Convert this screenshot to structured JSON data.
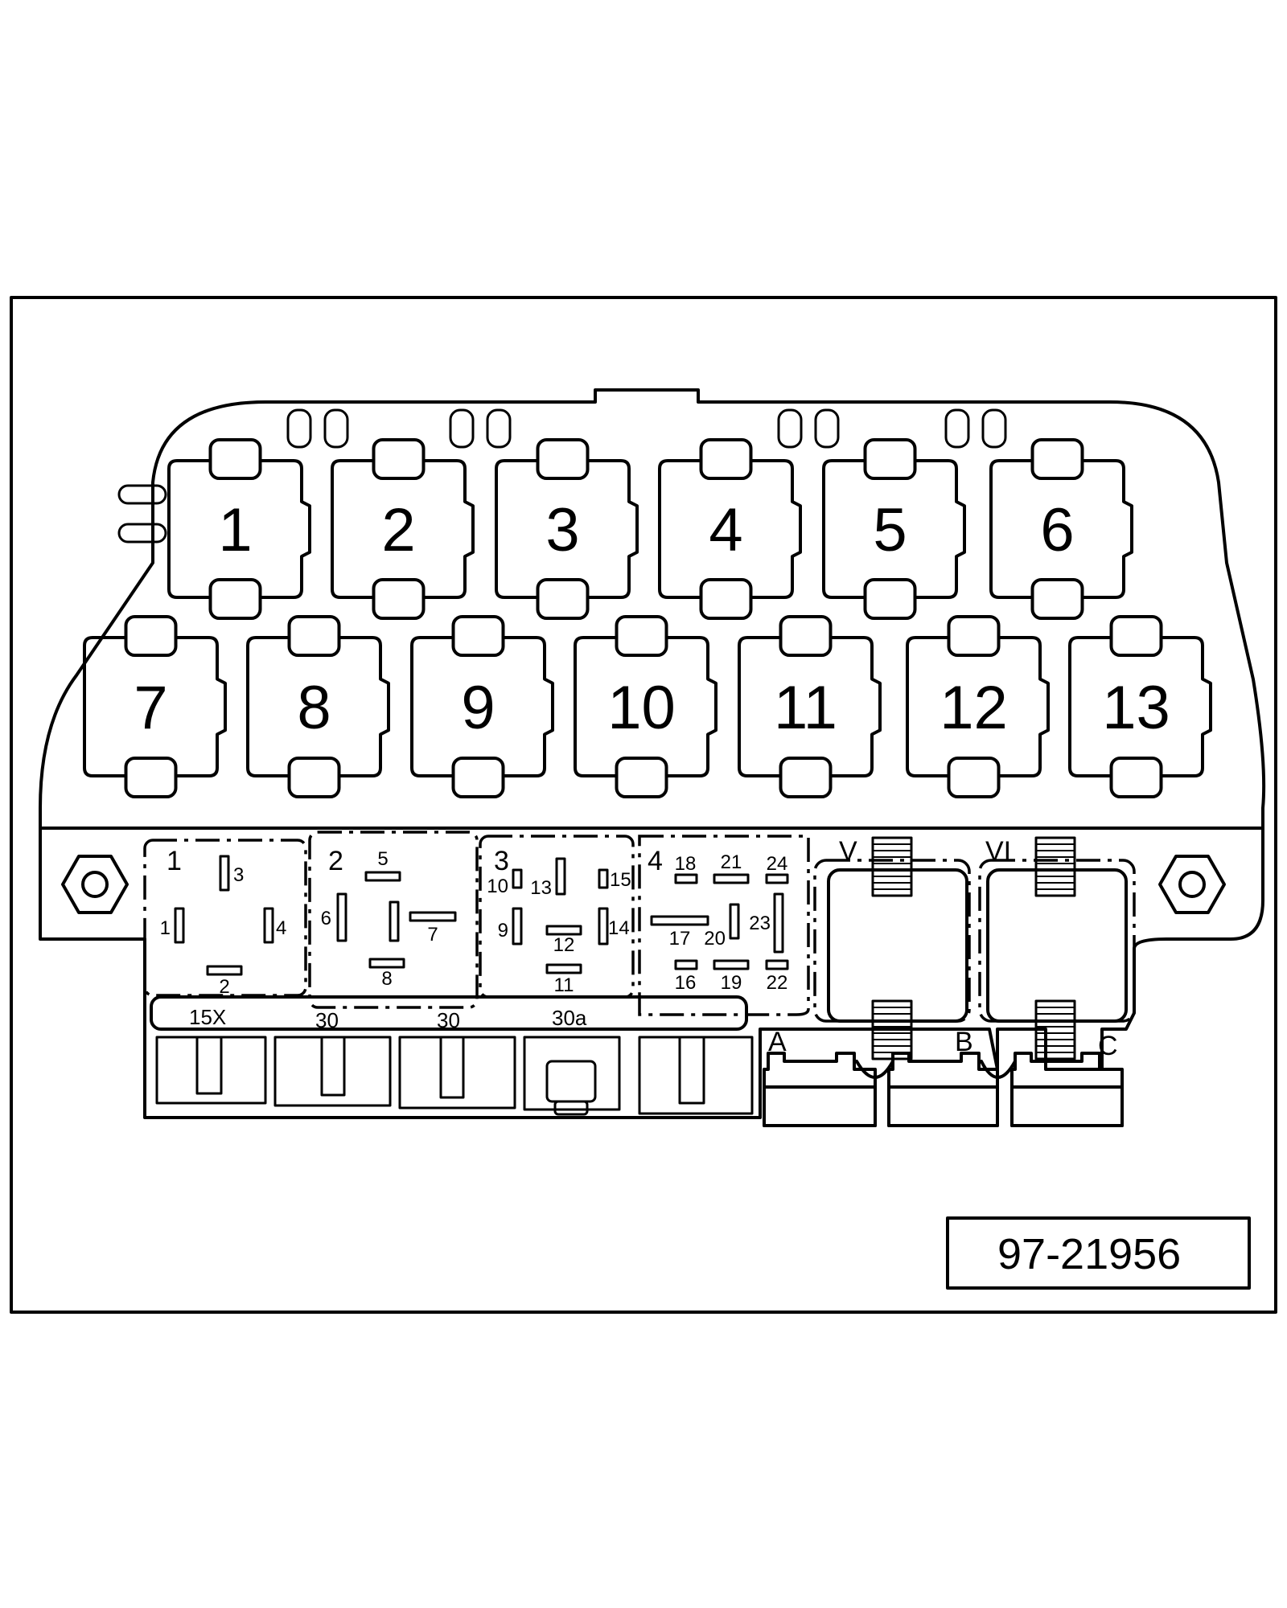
{
  "figure": {
    "id": "97-21956",
    "color_line": "#000000",
    "color_background": "#ffffff"
  },
  "relays": [
    {
      "label": "1"
    },
    {
      "label": "2"
    },
    {
      "label": "3"
    },
    {
      "label": "4"
    },
    {
      "label": "5"
    },
    {
      "label": "6"
    },
    {
      "label": "7"
    },
    {
      "label": "8"
    },
    {
      "label": "9"
    },
    {
      "label": "10"
    },
    {
      "label": "11"
    },
    {
      "label": "12"
    },
    {
      "label": "13"
    }
  ],
  "fuse_groups": [
    {
      "label": "1",
      "pins": [
        "3",
        "1",
        "4",
        "2"
      ]
    },
    {
      "label": "2",
      "pins": [
        "5",
        "6",
        "7",
        "8"
      ]
    },
    {
      "label": "3",
      "pins": [
        "10",
        "13",
        "15",
        "9",
        "12",
        "14",
        "11"
      ]
    },
    {
      "label": "4",
      "pins": [
        "18",
        "21",
        "24",
        "17",
        "20",
        "23",
        "16",
        "19",
        "22"
      ]
    }
  ],
  "connectors": [
    "V",
    "VI"
  ],
  "terminals": [
    "15X",
    "30",
    "30",
    "30a"
  ],
  "plugs": [
    "A",
    "B",
    "C"
  ]
}
